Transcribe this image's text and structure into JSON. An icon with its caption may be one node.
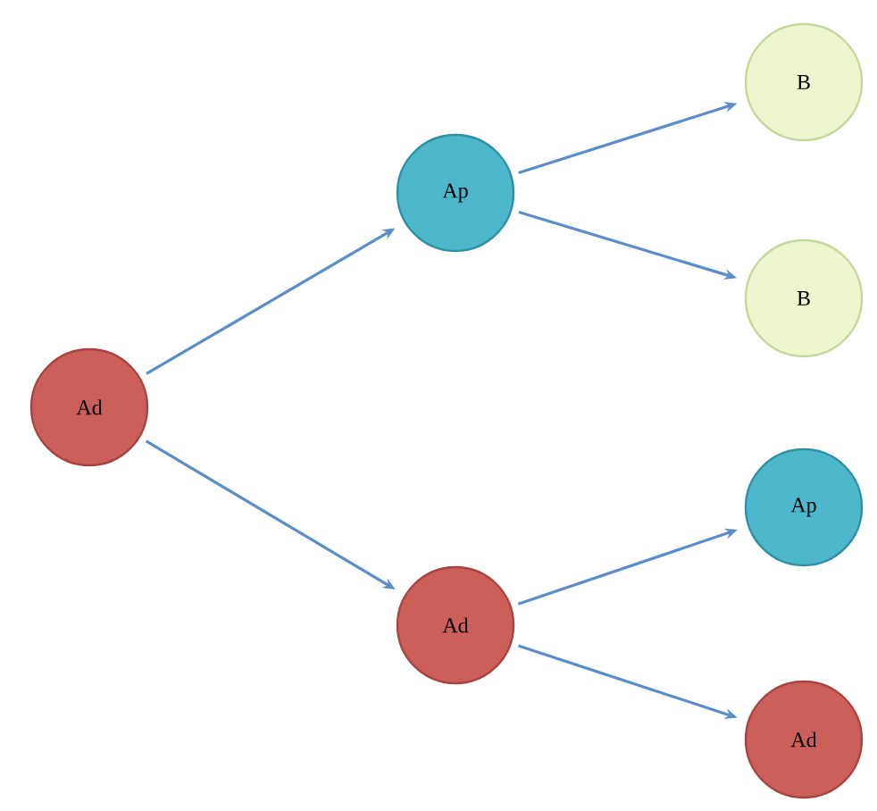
{
  "diagram": {
    "nodes": [
      {
        "text": [
          "Ad"
        ]
      },
      {
        "text": [
          "Ap"
        ]
      },
      {
        "text": [
          "Ad"
        ]
      },
      {
        "text": [
          "B"
        ]
      },
      {
        "text": [
          "B"
        ]
      },
      {
        "text": [
          "Ap"
        ]
      },
      {
        "text": [
          "Ad"
        ]
      }
    ],
    "edges": [
      {
        "from": 0,
        "to": 1,
        "arrow": "to"
      },
      {
        "from": 0,
        "to": 2,
        "arrow": "to"
      },
      {
        "from": 1,
        "to": 3,
        "arrow": "to"
      },
      {
        "from": 1,
        "to": 4,
        "arrow": "to"
      },
      {
        "from": 2,
        "to": 5,
        "arrow": "to"
      },
      {
        "from": 2,
        "to": 6,
        "arrow": "to"
      }
    ]
  }
}
